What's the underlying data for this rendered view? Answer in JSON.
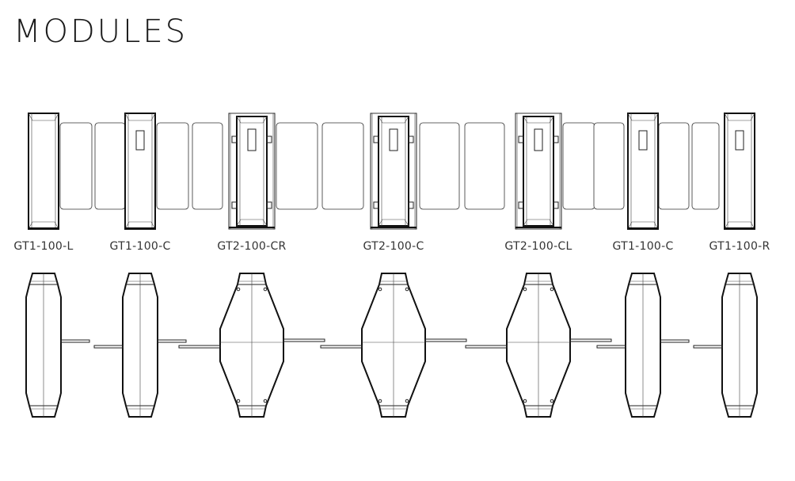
{
  "title": "MODULES",
  "modules": [
    {
      "label": "GT1-100-L",
      "type": "GT1",
      "arms": "right"
    },
    {
      "label": "GT1-100-C",
      "type": "GT1",
      "arms": "both"
    },
    {
      "label": "GT2-100-CR",
      "type": "GT2",
      "arms": "both"
    },
    {
      "label": "GT2-100-C",
      "type": "GT2",
      "arms": "both"
    },
    {
      "label": "GT2-100-CL",
      "type": "GT2",
      "arms": "both"
    },
    {
      "label": "GT1-100-C",
      "type": "GT1",
      "arms": "both"
    },
    {
      "label": "GT1-100-R",
      "type": "GT1",
      "arms": "left"
    }
  ]
}
